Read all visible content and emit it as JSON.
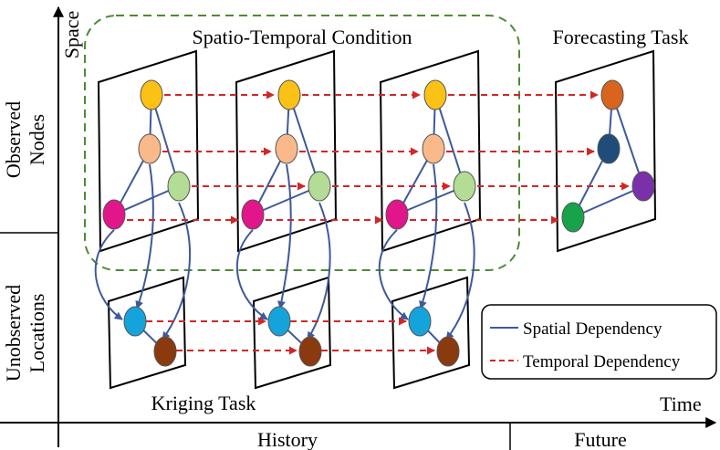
{
  "axes": {
    "y_label": "Space",
    "x_label": "Time",
    "row_observed": [
      "Observed",
      "Nodes"
    ],
    "row_unobserved": [
      "Unobserved",
      "Locations"
    ],
    "col_history": "History",
    "col_future": "Future"
  },
  "regions": {
    "condition_title": "Spatio-Temporal Condition",
    "forecast_title": "Forecasting Task",
    "kriging_title": "Kriging Task"
  },
  "legend": {
    "spatial": "Spatial Dependency",
    "temporal": "Temporal Dependency"
  },
  "colors": {
    "spatial_edge": "#3e5a9a",
    "temporal_edge": "#d32626",
    "condition_border": "#4e8a33",
    "node_yellow": "#fbc115",
    "node_peach": "#f9b98b",
    "node_green": "#b3dc95",
    "node_magenta": "#e0168a",
    "node_orange": "#d9641d",
    "node_navy": "#1f4d7a",
    "node_purple": "#7b2fa8",
    "node_emerald": "#16a34a",
    "node_cyan": "#15a3dc",
    "node_brown": "#8a3a0e"
  }
}
